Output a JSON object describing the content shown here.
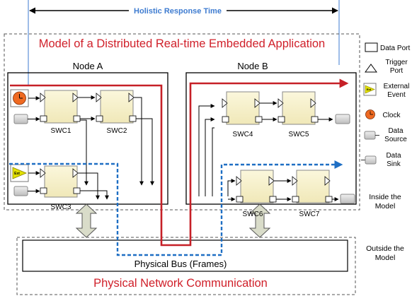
{
  "header": {
    "response_time_label": "Holistic Response Time"
  },
  "model": {
    "title": "Model of a Distributed Real-time Embedded Application"
  },
  "nodes": {
    "a_label": "Node A",
    "b_label": "Node B"
  },
  "swcs": {
    "swc1": "SWC1",
    "swc2": "SWC2",
    "swc3": "SWC3",
    "swc4": "SWC4",
    "swc5": "SWC5",
    "swc6": "SWC6",
    "swc7": "SWC7"
  },
  "bus": {
    "label": "Physical Bus (Frames)",
    "network_label": "Physical Network Communication"
  },
  "boundaries": {
    "inside_line1": "Inside the",
    "inside_line2": "Model",
    "outside_line1": "Outside the",
    "outside_line2": "Model"
  },
  "legend": {
    "data_port": "Data Port",
    "trigger_line1": "Trigger",
    "trigger_line2": "Port",
    "external_line1": "External",
    "external_line2": "Event",
    "clock": "Clock",
    "source_line1": "Data",
    "source_line2": "Source",
    "sink_line1": "Data",
    "sink_line2": "Sink"
  },
  "icons": {
    "external_event_text": "Ext",
    "legend_external_event_text": "Ext"
  },
  "colors": {
    "red_path": "#c62027",
    "blue_path": "#1f6fc4",
    "response_line": "#3d7bd0",
    "swc_fill": "#f7f2cc",
    "clock_fill": "#ef6a22",
    "ext_fill": "#e2e000"
  }
}
